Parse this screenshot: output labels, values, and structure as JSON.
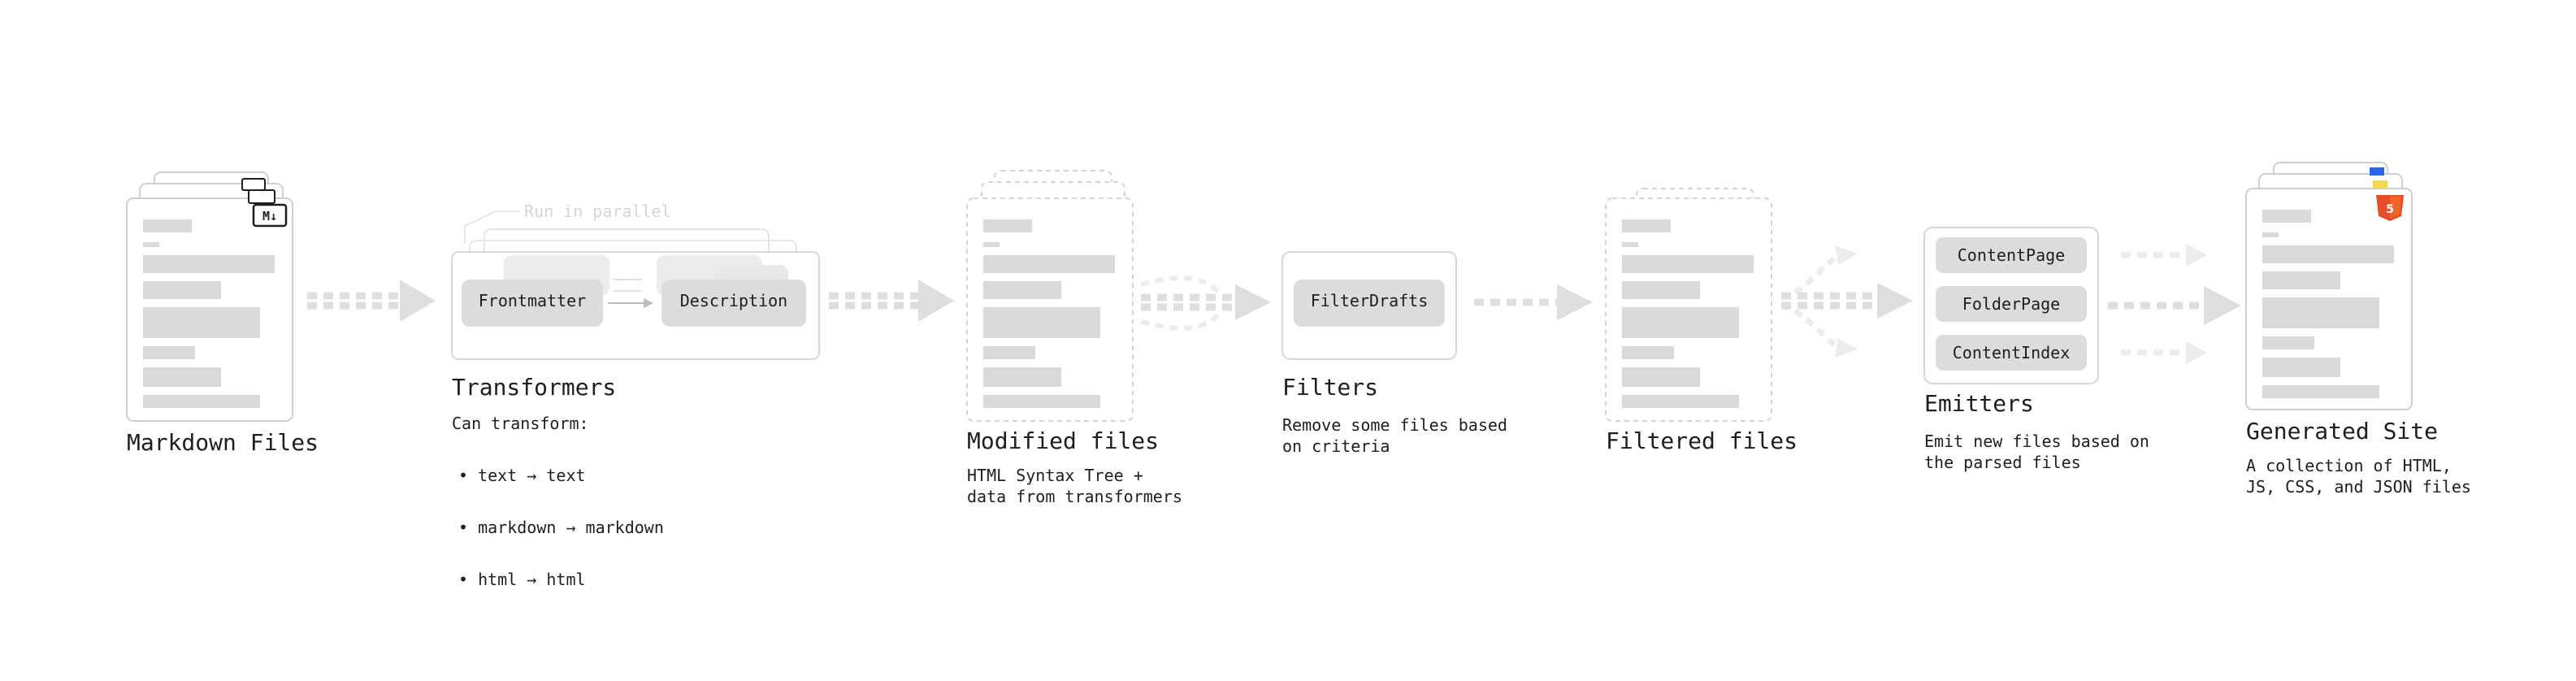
{
  "stages": {
    "markdown": {
      "title": "Markdown Files"
    },
    "transformers": {
      "title": "Transformers",
      "description": "Can transform:",
      "bullets": [
        "text → text",
        "markdown → markdown",
        "html → html"
      ],
      "parallel_label": "Run in parallel",
      "nodes": [
        "Frontmatter",
        "Description"
      ]
    },
    "modified": {
      "title": "Modified files",
      "description": "HTML Syntax Tree +\ndata from transformers"
    },
    "filters": {
      "title": "Filters",
      "description": "Remove some files based\non criteria",
      "nodes": [
        "FilterDrafts"
      ]
    },
    "filtered": {
      "title": "Filtered files"
    },
    "emitters": {
      "title": "Emitters",
      "description": "Emit new files based on\nthe parsed files",
      "nodes": [
        "ContentPage",
        "FolderPage",
        "ContentIndex"
      ]
    },
    "generated": {
      "title": "Generated Site",
      "description": "A collection of HTML,\nJS, CSS, and JSON files"
    }
  },
  "icons": [
    "markdown-icon",
    "html5-icon"
  ],
  "colors": {
    "text": "#1e1e1e",
    "node_fill": "#dcdcdc",
    "card_stroke": "#cfcfcf",
    "placeholder": "#d9d9d9",
    "arrow": "#dedede",
    "html5": "#e44d26"
  }
}
